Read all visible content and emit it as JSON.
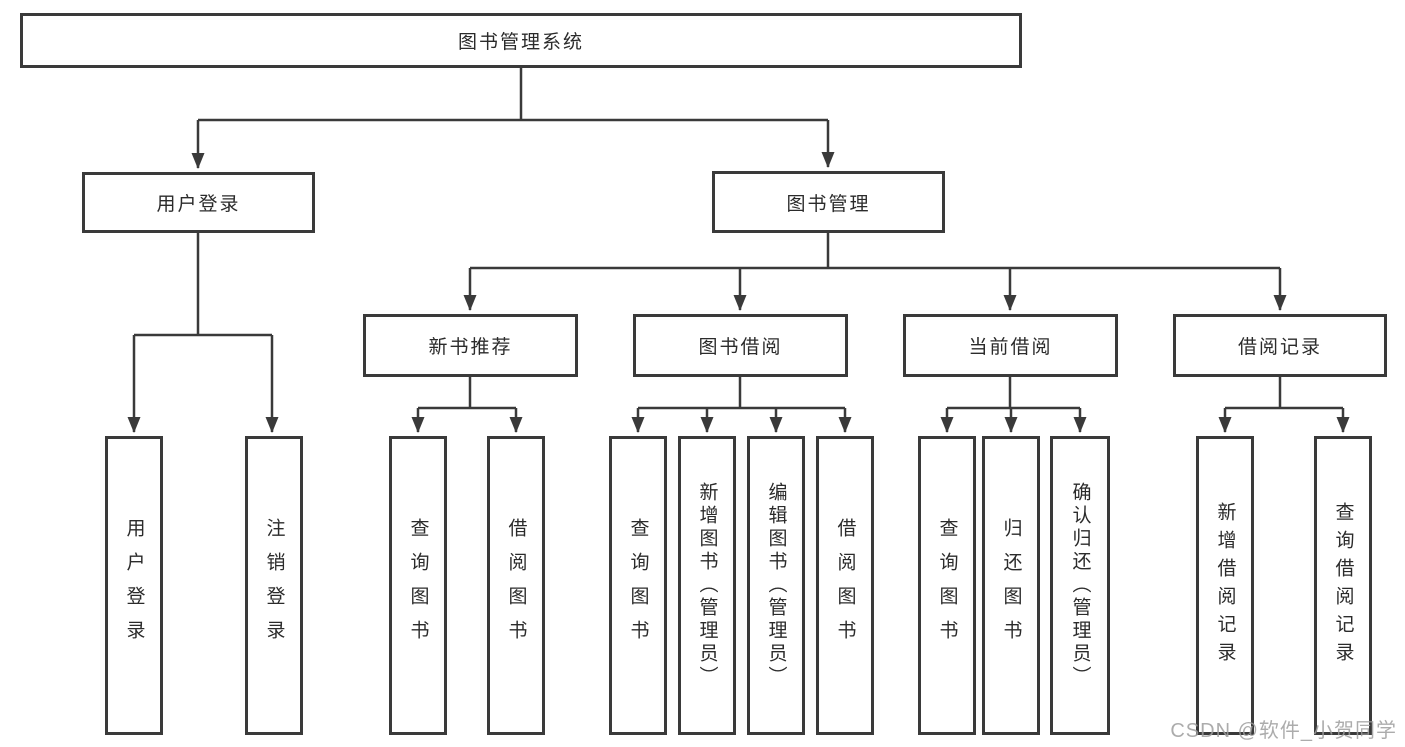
{
  "diagram": {
    "root": "图书管理系统",
    "branches": [
      {
        "label": "用户登录",
        "children": [
          "用户登录",
          "注销登录"
        ]
      },
      {
        "label": "图书管理",
        "groups": [
          {
            "label": "新书推荐",
            "children": [
              "查询图书",
              "借阅图书"
            ]
          },
          {
            "label": "图书借阅",
            "children": [
              "查询图书",
              "新增图书（管理员）",
              "编辑图书（管理员）",
              "借阅图书"
            ]
          },
          {
            "label": "当前借阅",
            "children": [
              "查询图书",
              "归还图书",
              "确认归还（管理员）"
            ]
          },
          {
            "label": "借阅记录",
            "children": [
              "新增借阅记录",
              "查询借阅记录"
            ]
          }
        ]
      }
    ]
  },
  "watermark": {
    "text": "CSDN @软件_小贺同学"
  },
  "colors": {
    "line": "#3a3a3a",
    "box_border": "#3a3a3a",
    "text": "#2b2b2b",
    "background": "#ffffff",
    "watermark": "#9e9e9e"
  }
}
